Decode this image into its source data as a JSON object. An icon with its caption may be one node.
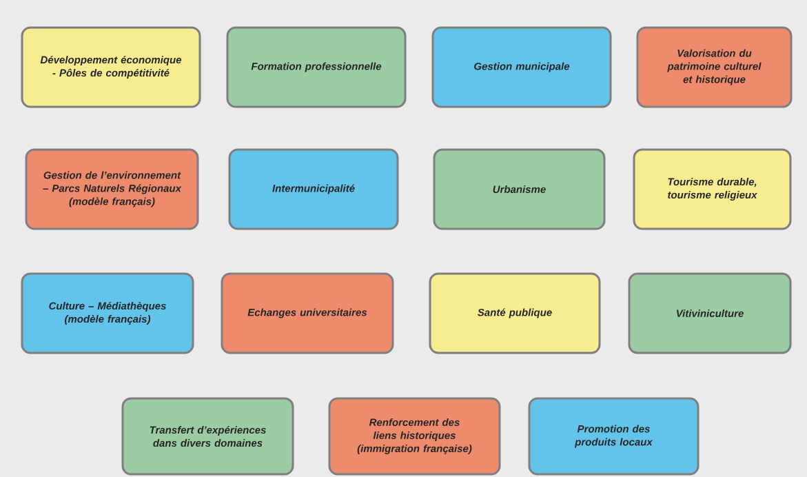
{
  "diagram": {
    "nodes": [
      {
        "text": [
          "Développement économique - Pôles de compétitivité"
        ]
      },
      {
        "text": [
          "Formation professionnelle"
        ]
      },
      {
        "text": [
          "Gestion municipale"
        ]
      },
      {
        "text": [
          "Valorisation du patrimoine culturel et historique"
        ]
      },
      {
        "text": [
          "Gestion de l’environnement – Parcs Naturels Régionaux (modèle français)"
        ]
      },
      {
        "text": [
          "Intermunicipalité"
        ]
      },
      {
        "text": [
          "Urbanisme"
        ]
      },
      {
        "text": [
          "Tourisme durable, tourisme religieux"
        ]
      },
      {
        "text": [
          "Culture – Médiathèques (modèle français)"
        ]
      },
      {
        "text": [
          "Echanges universitaires"
        ]
      },
      {
        "text": [
          "Santé publique"
        ]
      },
      {
        "text": [
          "Vitiviniculture"
        ]
      },
      {
        "text": [
          "Transfert d’expériences dans divers domaines"
        ]
      },
      {
        "text": [
          "Renforcement des liens historiques (immigration française)"
        ]
      },
      {
        "text": [
          "Promotion des produits locaux"
        ]
      }
    ]
  }
}
